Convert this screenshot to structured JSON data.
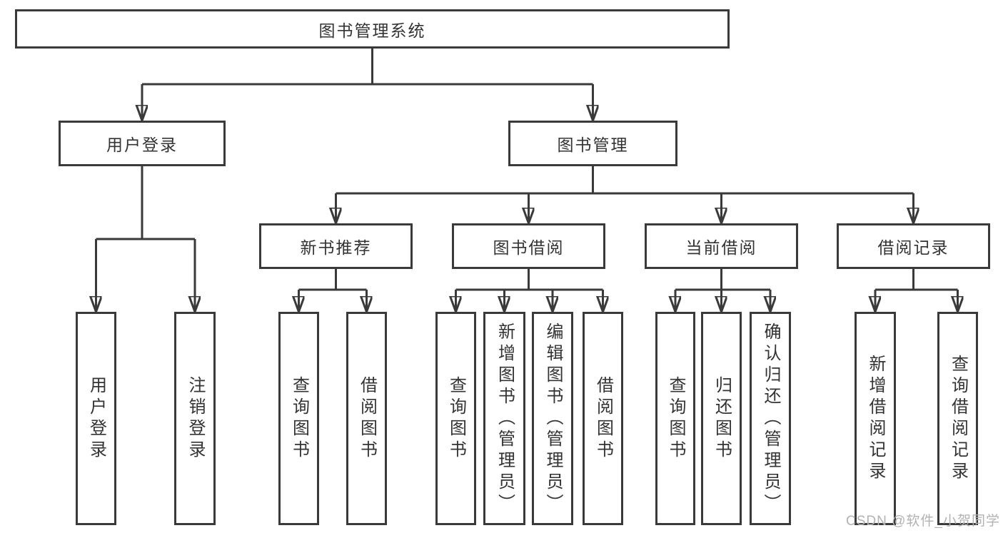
{
  "colors": {
    "line": "#3a3a3a",
    "text": "#333333",
    "watermark": "#b2b2b2",
    "background": "#ffffff"
  },
  "tree": {
    "root": "图书管理系统",
    "branches": [
      {
        "label": "用户登录",
        "children": [
          {
            "label": "用户登录"
          },
          {
            "label": "注销登录"
          }
        ]
      },
      {
        "label": "图书管理",
        "children": [
          {
            "label": "新书推荐",
            "children": [
              {
                "label": "查询图书"
              },
              {
                "label": "借阅图书"
              }
            ]
          },
          {
            "label": "图书借阅",
            "children": [
              {
                "label": "查询图书"
              },
              {
                "label": "新增图书（管理员）"
              },
              {
                "label": "编辑图书（管理员）"
              },
              {
                "label": "借阅图书"
              }
            ]
          },
          {
            "label": "当前借阅",
            "children": [
              {
                "label": "查询图书"
              },
              {
                "label": "归还图书"
              },
              {
                "label": "确认归还（管理员）"
              }
            ]
          },
          {
            "label": "借阅记录",
            "children": [
              {
                "label": "新增借阅记录"
              },
              {
                "label": "查询借阅记录"
              }
            ]
          }
        ]
      }
    ]
  },
  "watermark": {
    "text": "CSDN @软件_小贺同学"
  }
}
